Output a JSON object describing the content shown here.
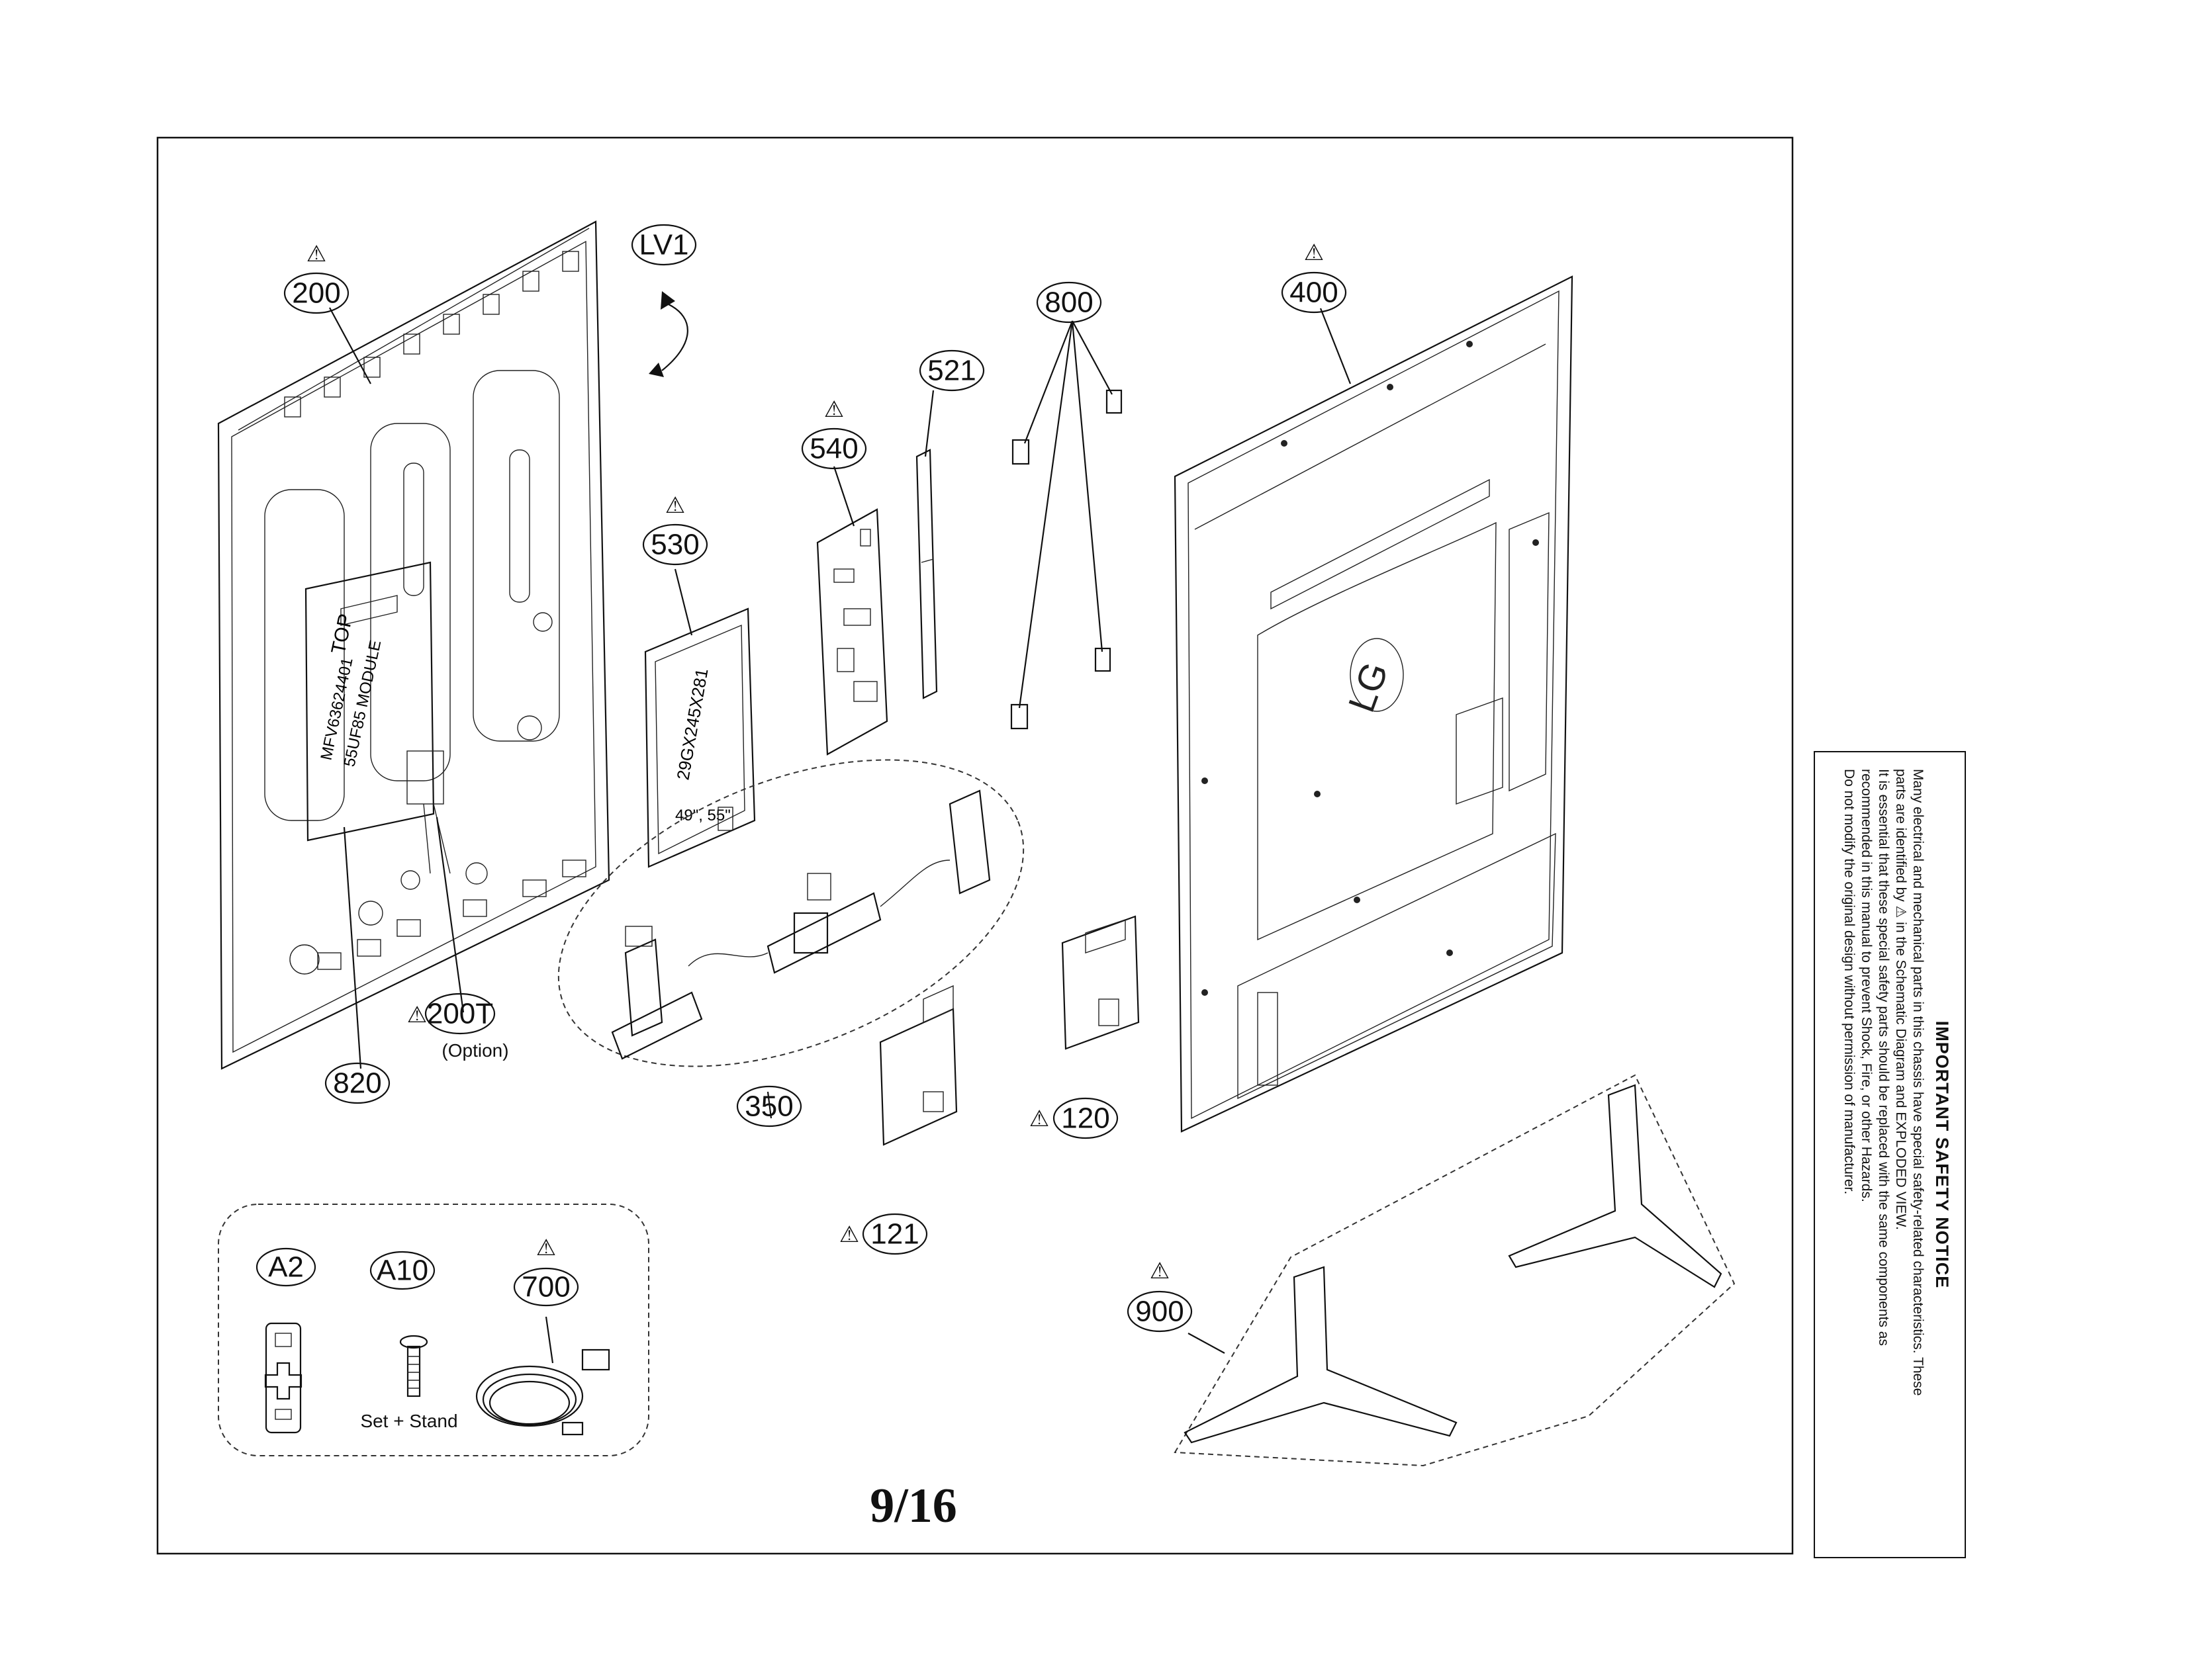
{
  "callouts": {
    "c200": "200",
    "cLV1": "LV1",
    "c800": "800",
    "c400": "400",
    "c521": "521",
    "c540": "540",
    "c530": "530",
    "c820": "820",
    "c200T": "200T",
    "c350": "350",
    "c121": "121",
    "c120": "120",
    "c900": "900",
    "cA2": "A2",
    "cA10": "A10",
    "c700": "700"
  },
  "captions": {
    "option": "(Option)",
    "set_stand": "Set + Stand",
    "page": "9/16"
  },
  "parts_text": {
    "panel_top": "TOP",
    "panel_label_1": "MFV63624401",
    "panel_label_2": "55UF85 MODULE",
    "psu_label_1": "29GX245X281",
    "psu_label_2": "49\", 55\"",
    "brand": "LG"
  },
  "notice": {
    "title": "IMPORTANT SAFETY NOTICE",
    "lines": [
      "Many electrical and mechanical parts in this chassis have special safety-related characteristics. These",
      "parts are identified by ⚠ in the Schematic Diagram and EXPLODED VIEW.",
      "It is essential that these special safety parts should be replaced with the same components as",
      "recommended in this manual to prevent Shock, Fire, or other Hazards.",
      "Do not modify the original design without permission of manufacturer."
    ]
  },
  "warning_symbol": "⚠"
}
